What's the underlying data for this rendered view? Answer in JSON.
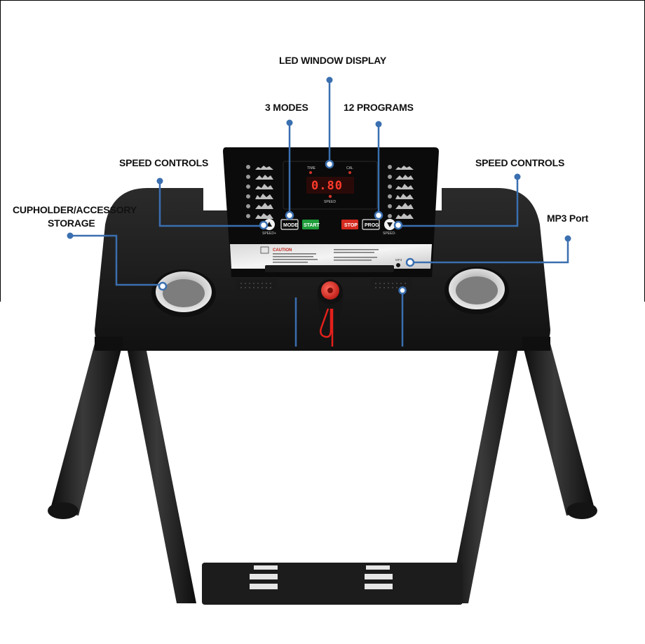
{
  "callouts": {
    "led_window_display": "LED WINDOW DISPLAY",
    "three_modes": "3 MODES",
    "twelve_programs": "12 PROGRAMS",
    "speed_controls_left": "SPEED CONTROLS",
    "speed_controls_right": "SPEED CONTROLS",
    "cupholder_line1": "CUPHOLDER/ACCESSORY",
    "cupholder_line2": "STORAGE",
    "mp3_port": "MP3 Port"
  },
  "console": {
    "display": {
      "time_label": "TIME",
      "cal_label": "CAL",
      "speed_label": "SPEED",
      "readout": "0.80"
    },
    "buttons": {
      "mode": "MODE",
      "start": "START",
      "stop": "STOP",
      "prog": "PROG",
      "speed_up_caption": "SPEED+",
      "speed_down_caption": "SPEED-"
    },
    "caution": {
      "title": "CAUTION"
    },
    "port_label": "MP3"
  },
  "colors": {
    "leader": "#3a6fb0",
    "frame": "#1b1b1b",
    "start_button": "#1e9e3a",
    "stop_button": "#d62a1f",
    "safety_key": "#e3201b"
  }
}
